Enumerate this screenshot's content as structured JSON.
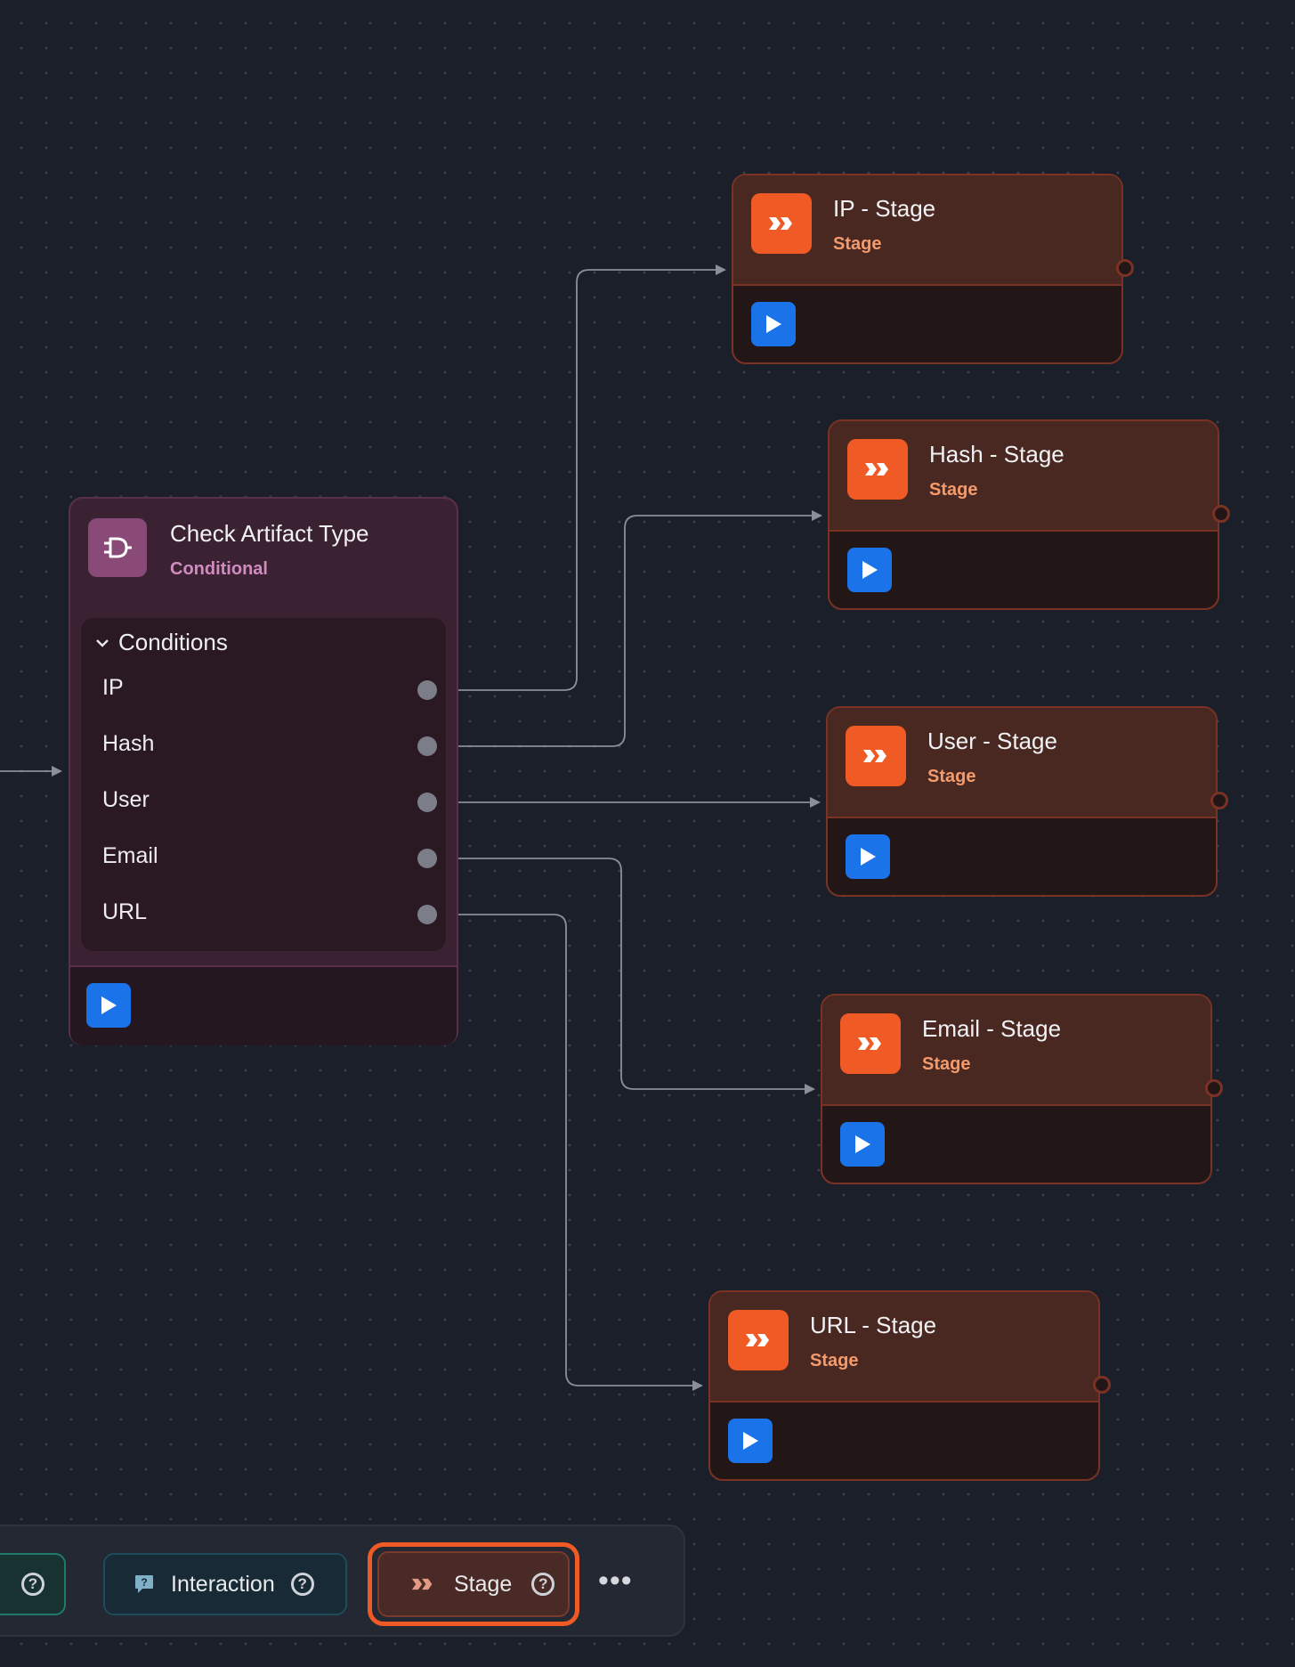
{
  "conditional_node": {
    "title": "Check Artifact Type",
    "subtitle": "Conditional",
    "icon": "conditional-gate-icon",
    "section_label": "Conditions",
    "conditions": [
      "IP",
      "Hash",
      "User",
      "Email",
      "URL"
    ]
  },
  "stage_nodes": [
    {
      "title": "IP - Stage",
      "subtitle": "Stage"
    },
    {
      "title": "Hash - Stage",
      "subtitle": "Stage"
    },
    {
      "title": "User - Stage",
      "subtitle": "Stage"
    },
    {
      "title": "Email - Stage",
      "subtitle": "Stage"
    },
    {
      "title": "URL - Stage",
      "subtitle": "Stage"
    }
  ],
  "toolbar": {
    "interaction_label": "Interaction",
    "stage_label": "Stage",
    "more_label": "•••",
    "help_glyph": "?"
  },
  "colors": {
    "canvas_bg": "#1b1f29",
    "stage_accent": "#f05a24",
    "conditional_accent": "#8a4a78",
    "play_button": "#1a73e8"
  }
}
